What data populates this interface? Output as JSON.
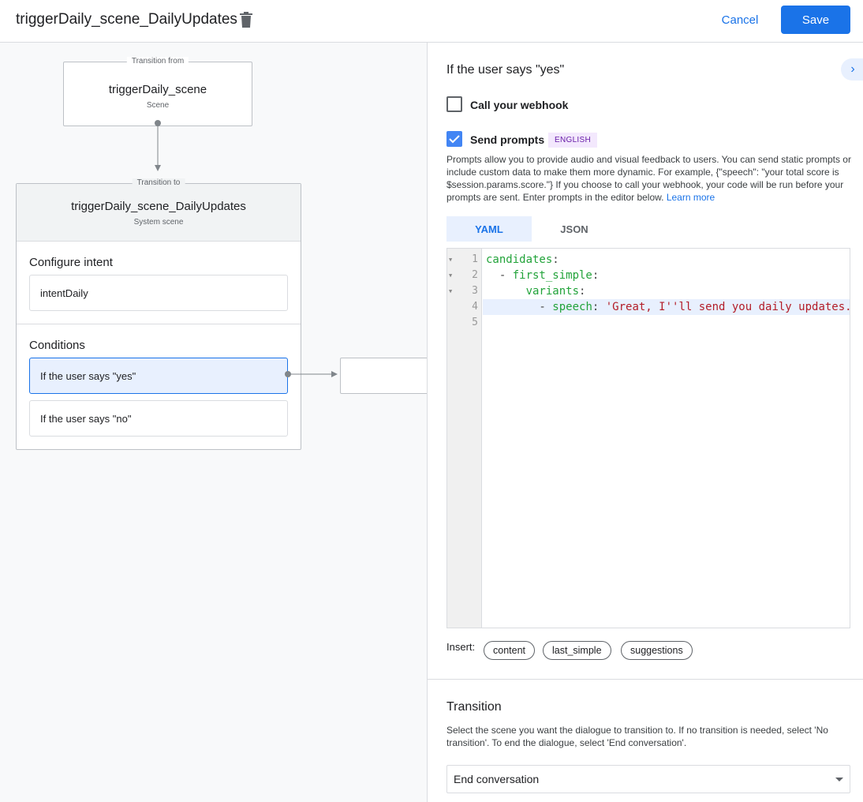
{
  "header": {
    "title": "triggerDaily_scene_DailyUpdates",
    "cancel": "Cancel",
    "save": "Save"
  },
  "canvas": {
    "from": {
      "label": "Transition from",
      "title": "triggerDaily_scene",
      "subtitle": "Scene"
    },
    "to": {
      "label": "Transition to",
      "title": "triggerDaily_scene_DailyUpdates",
      "subtitle": "System scene"
    },
    "configure_intent": {
      "heading": "Configure intent",
      "intent": "intentDaily"
    },
    "conditions": {
      "heading": "Conditions",
      "items": [
        "If the user says \"yes\"",
        "If the user says \"no\""
      ]
    }
  },
  "panel": {
    "heading": "If the user says \"yes\"",
    "webhook": {
      "label": "Call your webhook",
      "checked": false
    },
    "prompts": {
      "label": "Send prompts",
      "checked": true,
      "badge": "ENGLISH"
    },
    "description": "Prompts allow you to provide audio and visual feedback to users. You can send static prompts or include custom data to make them more dynamic. For example, {\"speech\": \"your total score is $session.params.score.\"} If you choose to call your webhook, your code will be run before your prompts are sent. Enter prompts in the editor below.",
    "learn_more": "Learn more",
    "tabs": [
      "YAML",
      "JSON"
    ],
    "active_tab": "YAML",
    "code": {
      "line_numbers": [
        "1",
        "2",
        "3",
        "4",
        "5"
      ],
      "l1_key": "candidates",
      "l2_key": "first_simple",
      "l3_key": "variants",
      "l4_key": "speech",
      "l4_value": "'Great, I''ll send you daily updates."
    },
    "insert": {
      "label": "Insert:",
      "chips": [
        "content",
        "last_simple",
        "suggestions"
      ]
    },
    "transition": {
      "heading": "Transition",
      "description": "Select the scene you want the dialogue to transition to. If no transition is needed, select 'No transition'. To end the dialogue, select 'End conversation'.",
      "selected": "End conversation"
    }
  },
  "colors": {
    "accent": "#1a73e8",
    "badge_bg": "#f3e8fd",
    "badge_text": "#681da8",
    "yaml_key": "#22a33a",
    "yaml_string": "#b31d28"
  }
}
